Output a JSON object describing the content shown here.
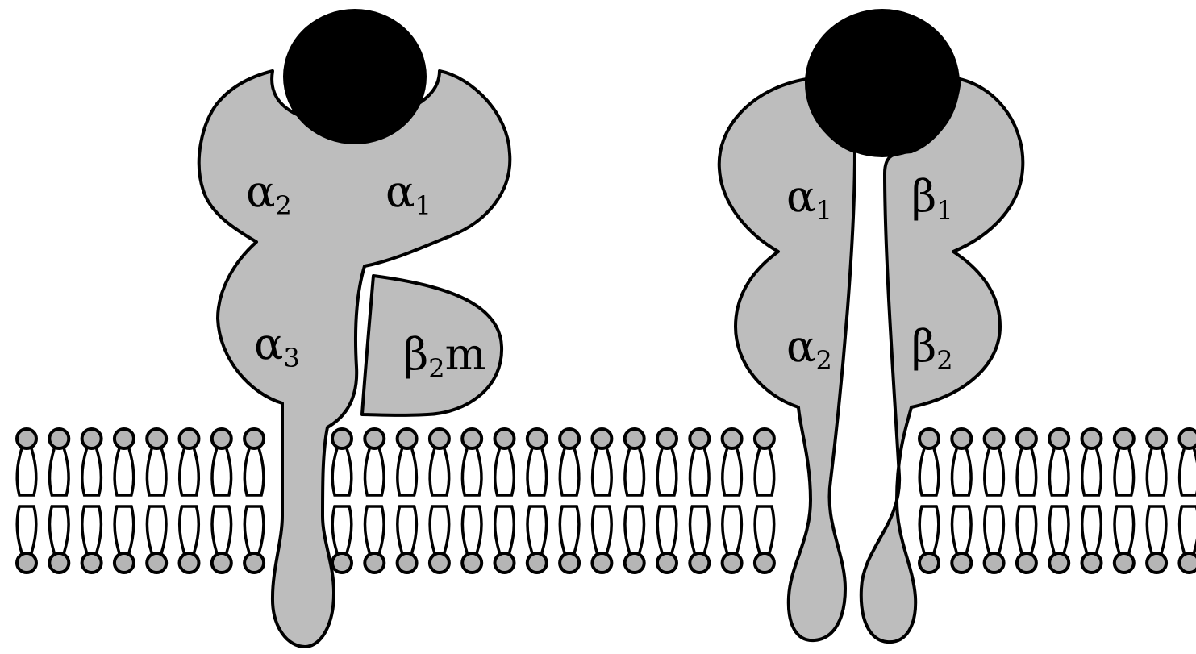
{
  "colors": {
    "protein": "#bdbdbd",
    "outline": "#000000",
    "peptide": "#000000",
    "lipid_head": "#b5b5b5",
    "membrane_background": "#ffffff"
  },
  "mhc_class_i": {
    "domains": {
      "alpha2": {
        "greek": "α",
        "sub": "2",
        "suffix": ""
      },
      "alpha1": {
        "greek": "α",
        "sub": "1",
        "suffix": ""
      },
      "alpha3": {
        "greek": "α",
        "sub": "3",
        "suffix": ""
      },
      "b2m": {
        "greek": "β",
        "sub": "2",
        "suffix": "m"
      }
    }
  },
  "mhc_class_ii": {
    "domains": {
      "alpha1": {
        "greek": "α",
        "sub": "1",
        "suffix": ""
      },
      "beta1": {
        "greek": "β",
        "sub": "1",
        "suffix": ""
      },
      "alpha2": {
        "greek": "α",
        "sub": "2",
        "suffix": ""
      },
      "beta2": {
        "greek": "β",
        "sub": "2",
        "suffix": ""
      }
    }
  },
  "membrane": {
    "segments": [
      {
        "name": "left",
        "lipid_count": 8
      },
      {
        "name": "middle",
        "lipid_count": 14
      },
      {
        "name": "right",
        "lipid_count": 9
      }
    ]
  }
}
